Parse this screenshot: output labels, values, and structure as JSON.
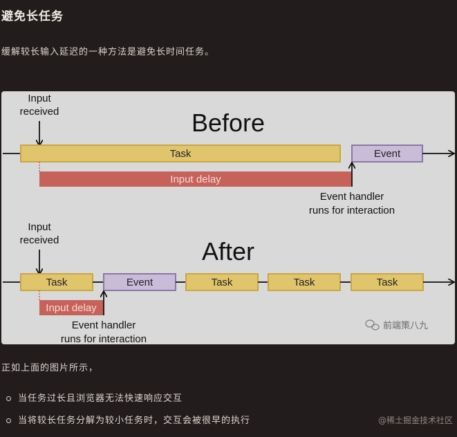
{
  "article": {
    "heading": "避免长任务",
    "intro": "缓解较长输入延迟的一种方法是避免长时间任务。",
    "after_figure": "正如上面的图片所示，",
    "bullets": [
      "当任务过长且浏览器无法快速响应交互",
      "当将较长任务分解为较小任务时，交互会被很早的执行"
    ],
    "footer_watermark": "@稀土掘金技术社区"
  },
  "figure": {
    "before": {
      "title": "Before",
      "input_received": [
        "Input",
        "received"
      ],
      "task_label": "Task",
      "event_label": "Event",
      "delay_label": "Input delay",
      "handler_note": [
        "Event handler",
        "runs for interaction"
      ]
    },
    "after": {
      "title": "After",
      "input_received": [
        "Input",
        "received"
      ],
      "task_labels": [
        "Task",
        "Task",
        "Task",
        "Task"
      ],
      "event_label": "Event",
      "delay_label": "Input delay",
      "handler_note": [
        "Event handler",
        "runs for interaction"
      ]
    },
    "watermark": "前端策八九",
    "colors": {
      "background": "#d9d9d9",
      "task_fill": "#e0c56d",
      "task_stroke": "#caa642",
      "event_fill": "#c9bcd9",
      "event_stroke": "#8b76a6",
      "delay_fill": "#c6625a",
      "delay_text": "#f6dcd8"
    }
  }
}
